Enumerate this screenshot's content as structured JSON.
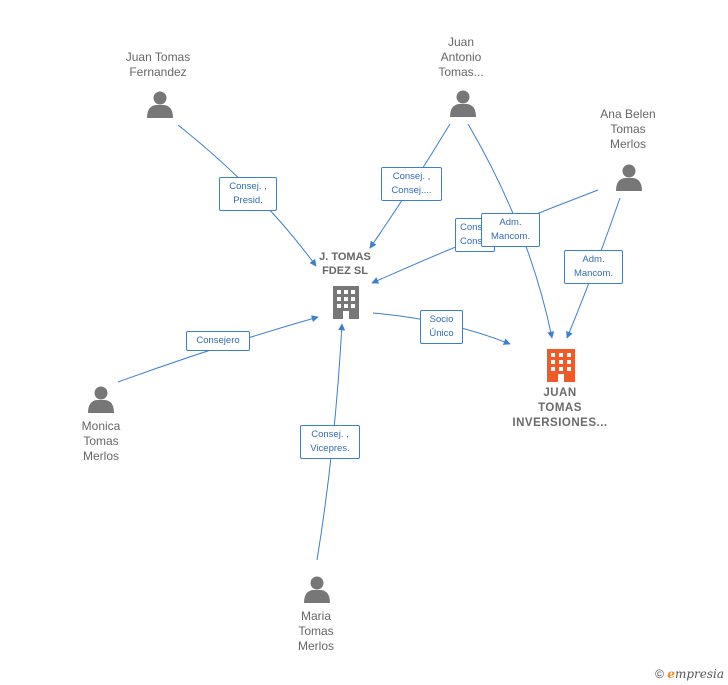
{
  "nodes": {
    "juan_tomas_fernandez": [
      "Juan Tomas",
      "Fernandez"
    ],
    "juan_antonio": [
      "Juan",
      "Antonio",
      "Tomas..."
    ],
    "ana_belen": [
      "Ana Belen",
      "Tomas",
      "Merlos"
    ],
    "monica": [
      "Monica",
      "Tomas",
      "Merlos"
    ],
    "maria": [
      "Maria",
      "Tomas",
      "Merlos"
    ],
    "j_tomas_fdez": [
      "J. TOMAS",
      "FDEZ SL"
    ],
    "juan_tomas_inversiones": [
      "JUAN",
      "TOMAS",
      "INVERSIONES..."
    ]
  },
  "edges": {
    "consej_presid": [
      "Consej. ,",
      "Presid."
    ],
    "consej_consej": [
      "Consej. ,",
      "Consej...."
    ],
    "consej_overlap": [
      "Cons",
      "Cons"
    ],
    "adm_mancom_1": [
      "Adm.",
      "Mancom."
    ],
    "adm_mancom_2": [
      "Adm.",
      "Mancom."
    ],
    "consejero": [
      "Consejero"
    ],
    "socio_unico": [
      "Socio",
      "Único"
    ],
    "consej_vicepres": [
      "Consej. ,",
      "Vicepres."
    ]
  },
  "footer": {
    "copyright": "©",
    "brand_e": "e",
    "brand_rest": "mpresia"
  },
  "colors": {
    "edge": "#3b7fcf",
    "person": "#777777",
    "company": "#777777",
    "company_main": "#f05a28"
  }
}
